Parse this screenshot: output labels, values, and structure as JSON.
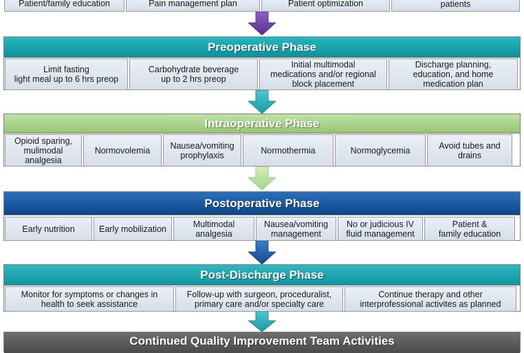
{
  "colors": {
    "preop": "#17a3ad",
    "intraop": "#a9d489",
    "postop": "#1a5aa3",
    "postdischarge": "#1fa3ac",
    "cqi": "#595959",
    "arrow_top": "#6a3fa8",
    "arrow_teal": "#2bb0ba",
    "arrow_green": "#b9e09a",
    "arrow_blue": "#1f5ea8"
  },
  "top_row": {
    "cells": [
      "Patient/family education",
      "Pain management plan",
      "Patient optimization",
      "patients"
    ]
  },
  "preoperative": {
    "title": "Preoperative Phase",
    "cells": [
      "Limit fasting\nlight meal up to 6 hrs preop",
      "Carbohydrate beverage\nup to 2 hrs preop",
      "Initial multimodal\nmedications and/or regional\nblock placement",
      "Discharge planning,\neducation, and home\nmedication plan"
    ]
  },
  "intraoperative": {
    "title": "Intraoperative Phase",
    "cells": [
      "Opioid sparing,\nmulimodal\nanalgesia",
      "Normovolemia",
      "Nausea/vomiting\nprophylaxis",
      "Normothermia",
      "Normoglycemia",
      "Avoid tubes and\ndrains"
    ]
  },
  "postoperative": {
    "title": "Postoperative Phase",
    "cells": [
      "Early nutrition",
      "Early mobilization",
      "Multimodal\nanalgesia",
      "Nausea/vomiting\nmanagement",
      "No or judicious IV\nfluid management",
      "Patient &\nfamily education"
    ]
  },
  "postdischarge": {
    "title": "Post-Discharge Phase",
    "cells": [
      "Monitor for symptoms or changes in\nhealth to seek assistance",
      "Follow-up with surgeon, proceduralist,\nprimary care and/or specialty care",
      "Continue therapy and other\ninterprofessional  activites as planned"
    ]
  },
  "cqi": {
    "title": "Continued Quality Improvement Team Activities"
  }
}
